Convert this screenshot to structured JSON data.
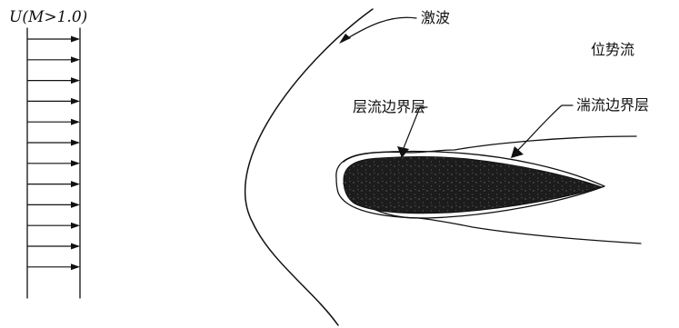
{
  "figure": {
    "velocity_label": "U(M>1.0)",
    "labels": {
      "shock": "激波",
      "potential_flow": "位势流",
      "laminar_boundary_layer": "层流边界层",
      "turbulent_boundary_layer": "湍流边界层"
    },
    "arrow_count": 12,
    "colors": {
      "ink": "#111111",
      "body_fill": "#1a1a1a",
      "background": "#ffffff"
    }
  }
}
